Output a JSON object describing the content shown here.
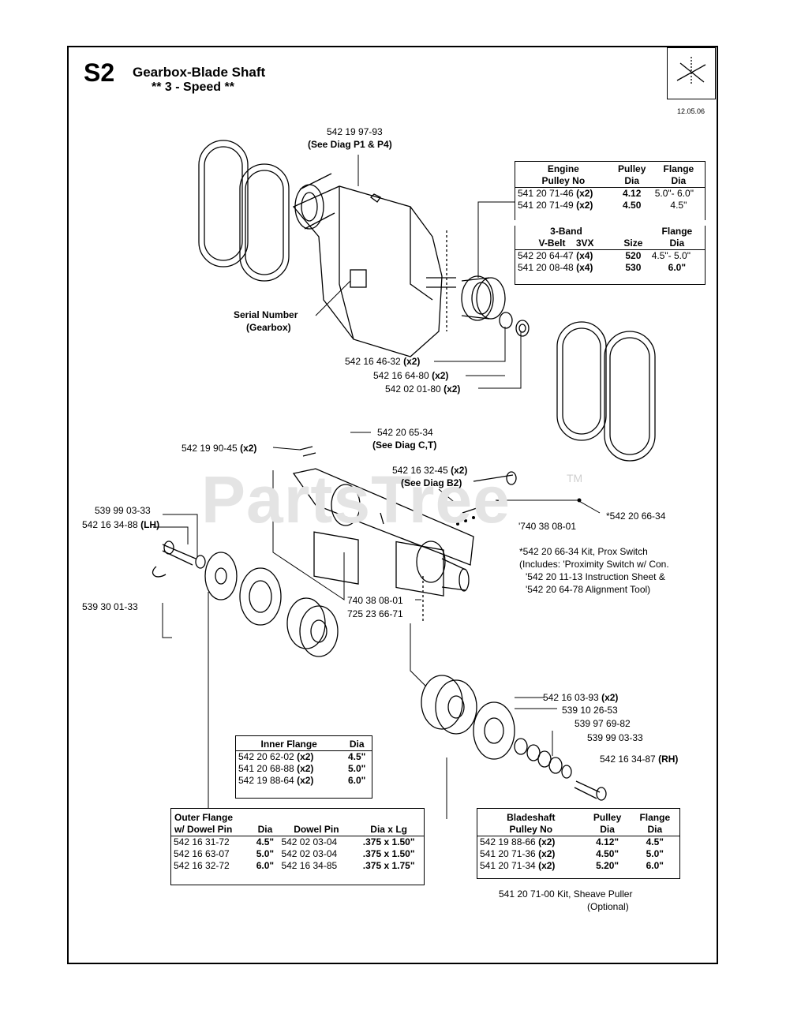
{
  "header": {
    "code": "S2",
    "title": "Gearbox-Blade Shaft",
    "subtitle": "** 3 - Speed **",
    "date": "12.05.06"
  },
  "watermark": {
    "text": "PartsTree",
    "tm": "TM"
  },
  "labels": {
    "gearbox_part": "542 19 97-93",
    "gearbox_ref": "(See Diag P1 & P4)",
    "serial_1": "Serial Number",
    "serial_2": "(Gearbox)",
    "p1": "542 16 46-32",
    "p1_qty": "(x2)",
    "p2": "542 16 64-80",
    "p2_qty": "(x2)",
    "p3": "542 02 01-80",
    "p3_qty": "(x2)",
    "housing_part": "542 20 65-34",
    "housing_ref": "(See Diag C,T)",
    "key": "542 19 90-45",
    "key_qty": "(x2)",
    "bearing_part": "542 16 32-45",
    "bearing_qty": "(x2)",
    "bearing_ref": "(See Diag B2)",
    "prox_part": "*542 20 66-34",
    "prox_sub": "'740 38 08-01",
    "washer": "539 99 03-33",
    "bolt_lh": "542 16 34-88",
    "bolt_lh_side": "(LH)",
    "clip": "539 30 01-33",
    "screw_1": "740 38 08-01",
    "screw_2": "725 23 66-71",
    "kit_1": "*542 20 66-34 Kit, Prox Switch",
    "kit_2": "(Includes: 'Proximity Switch w/ Con.",
    "kit_3": "'542 20 11-13 Instruction Sheet &",
    "kit_4": "'542 20 64-78 Alignment Tool)",
    "r1": "542 16 03-93",
    "r1_qty": "(x2)",
    "r2": "539 10 26-53",
    "r3": "539 97 69-82",
    "r4": "539 99 03-33",
    "bolt_rh": "542 16 34-87",
    "bolt_rh_side": "(RH)",
    "puller_1": "541 20 71-00 Kit, Sheave Puller",
    "puller_2": "(Optional)"
  },
  "engine_table": {
    "headers": [
      "Engine",
      "Pulley No",
      "Pulley",
      "Dia",
      "Flange",
      "Dia"
    ],
    "rows": [
      {
        "part": "541 20 71-46",
        "qty": "(x2)",
        "dia": "4.12",
        "flange": "5.0\"- 6.0\""
      },
      {
        "part": "541 20 71-49",
        "qty": "(x2)",
        "dia": "4.50",
        "flange": "4.5\""
      }
    ]
  },
  "belt_table": {
    "headers": [
      "3-Band",
      "V-Belt",
      "3VX",
      "Size",
      "Flange",
      "Dia"
    ],
    "rows": [
      {
        "part": "542 20 64-47",
        "qty": "(x4)",
        "size": "520",
        "flange": "4.5\"- 5.0\""
      },
      {
        "part": "541 20 08-48",
        "qty": "(x4)",
        "size": "530",
        "flange": "6.0\""
      }
    ]
  },
  "inner_table": {
    "headers": [
      "Inner Flange",
      "Dia"
    ],
    "rows": [
      {
        "part": "542 20 62-02",
        "qty": "(x2)",
        "dia": "4.5\""
      },
      {
        "part": "541 20 68-88",
        "qty": "(x2)",
        "dia": "5.0\""
      },
      {
        "part": "542 19 88-64",
        "qty": "(x2)",
        "dia": "6.0\""
      }
    ]
  },
  "outer_table": {
    "headers": [
      "Outer Flange",
      "w/ Dowel Pin",
      "Dia",
      "Dowel Pin",
      "Dia  x  Lg"
    ],
    "rows": [
      {
        "part": "542 16 31-72",
        "dia": "4.5\"",
        "pin": "542 02 03-04",
        "size": ".375 x 1.50\""
      },
      {
        "part": "542 16 63-07",
        "dia": "5.0\"",
        "pin": "542 02 03-04",
        "size": ".375 x 1.50\""
      },
      {
        "part": "542 16 32-72",
        "dia": "6.0\"",
        "pin": "542 16 34-85",
        "size": ".375 x 1.75\""
      }
    ]
  },
  "blade_table": {
    "headers": [
      "Bladeshaft",
      "Pulley No",
      "Pulley",
      "Dia",
      "Flange",
      "Dia"
    ],
    "rows": [
      {
        "part": "542 19 88-66",
        "qty": "(x2)",
        "dia": "4.12\"",
        "flange": "4.5\""
      },
      {
        "part": "541 20 71-36",
        "qty": "(x2)",
        "dia": "4.50\"",
        "flange": "5.0\""
      },
      {
        "part": "541 20 71-34",
        "qty": "(x2)",
        "dia": "5.20\"",
        "flange": "6.0\""
      }
    ]
  }
}
